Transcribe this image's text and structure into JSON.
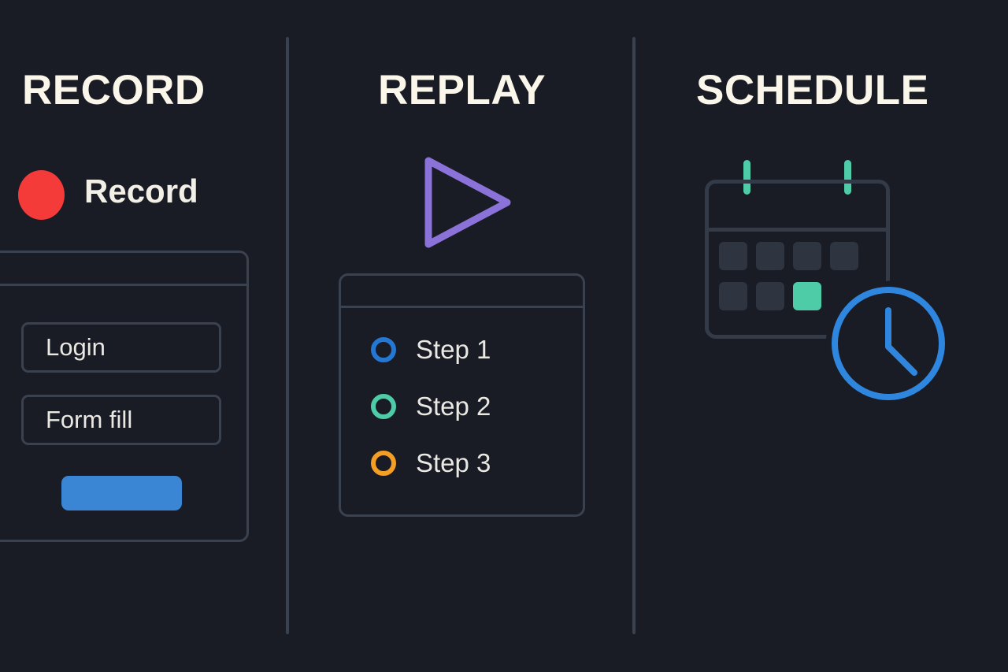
{
  "canvas": {
    "background": "#191b25",
    "heading_color": "#faf6e9",
    "outline_color": "#3a4250"
  },
  "columns": [
    {
      "id": "record",
      "heading": "RECORD",
      "status": {
        "dot_label": "record-dot",
        "dot_color": "#f53a3a",
        "label": "Record"
      },
      "window": {
        "fields": [
          {
            "label": "Login"
          },
          {
            "label": "Form fill"
          }
        ],
        "submit": {
          "label": "",
          "color": "#3a86d4"
        }
      }
    },
    {
      "id": "replay",
      "heading": "REPLAY",
      "play_icon": {
        "name": "play-triangle-icon",
        "color": "#8b72d9"
      },
      "card": {
        "steps": [
          {
            "label": "Step 1",
            "color": "#2478d4"
          },
          {
            "label": "Step 2",
            "color": "#4ecca8"
          },
          {
            "label": "Step 3",
            "color": "#f59e24"
          }
        ]
      }
    },
    {
      "id": "schedule",
      "heading": "SCHEDULE",
      "calendar": {
        "peg_color": "#4ecca8",
        "frame_color": "#333b49",
        "cell_color": "#2e3440",
        "accent_cell_color": "#4ecca8",
        "cells": [
          {
            "row": 1,
            "col": 1,
            "accent": false
          },
          {
            "row": 1,
            "col": 2,
            "accent": false
          },
          {
            "row": 1,
            "col": 3,
            "accent": false
          },
          {
            "row": 1,
            "col": 4,
            "accent": false
          },
          {
            "row": 2,
            "col": 1,
            "accent": false
          },
          {
            "row": 2,
            "col": 2,
            "accent": false
          },
          {
            "row": 2,
            "col": 3,
            "accent": true
          }
        ]
      },
      "clock": {
        "color": "#2e86de",
        "hands": "12-and-4"
      }
    }
  ]
}
